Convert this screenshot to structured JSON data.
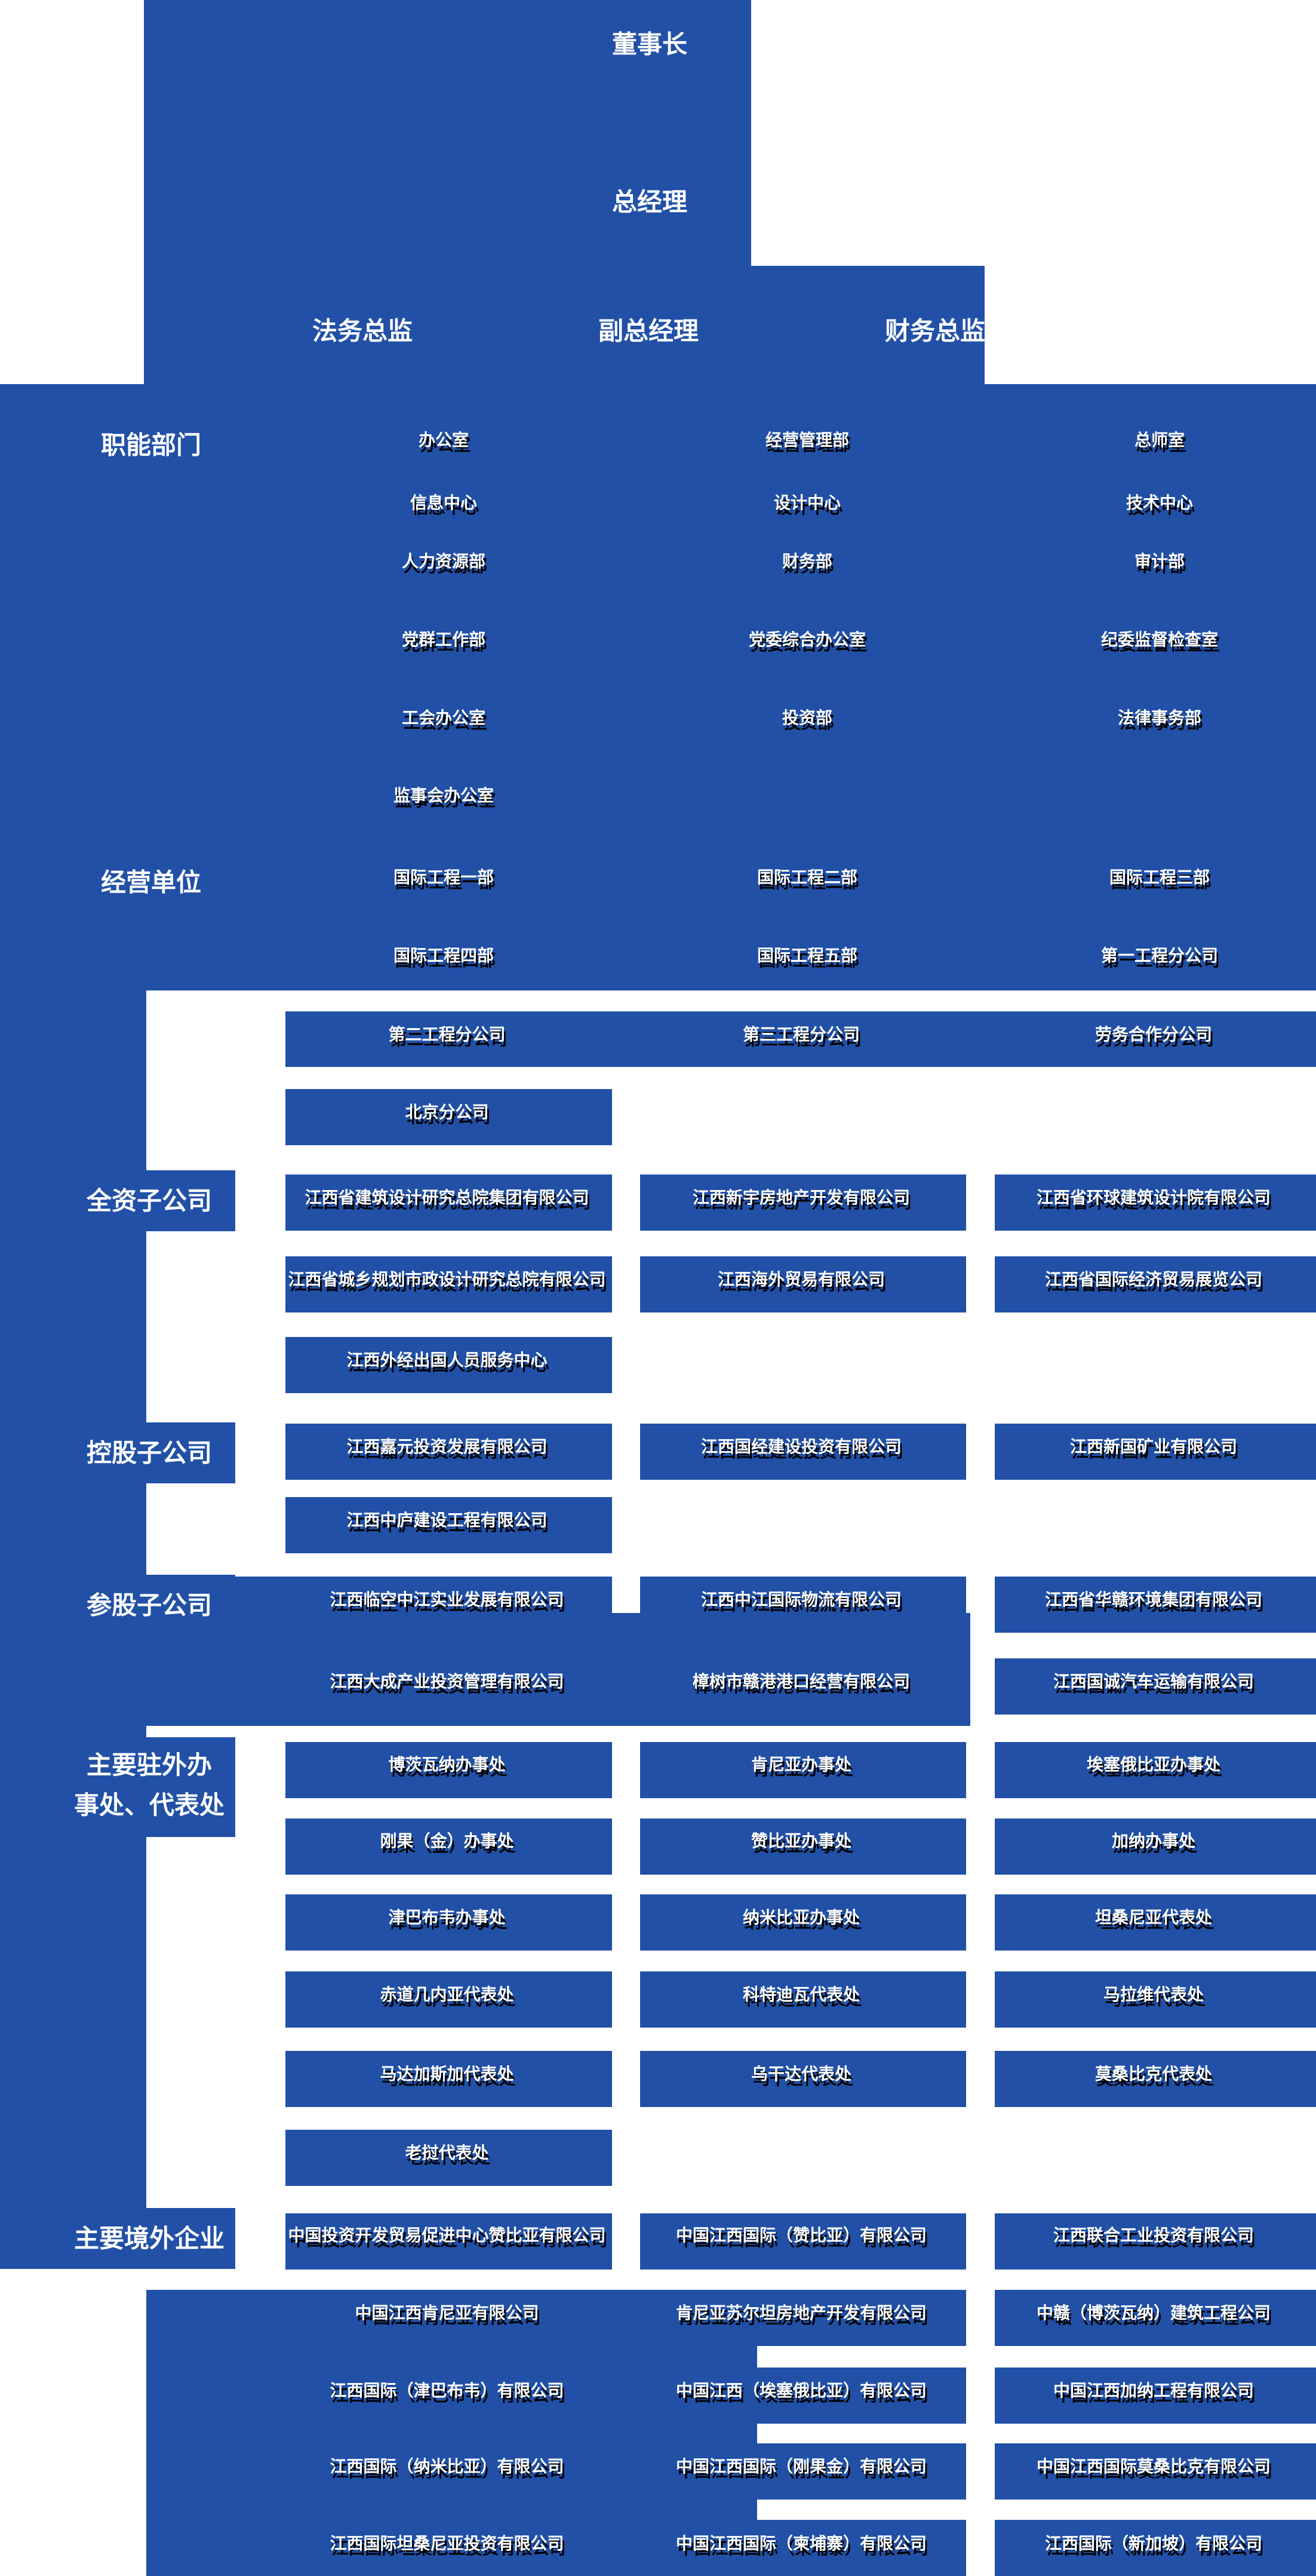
{
  "colors": {
    "primary_blue": "#2150a6",
    "node_text_black": "#000000",
    "label_text_white": "#ffffff"
  },
  "top": {
    "chairman": "董事长",
    "general_manager": "总经理",
    "legal_director": "法务总监",
    "deputy_general_manager": "副总经理",
    "finance_director": "财务总监"
  },
  "sections": [
    {
      "id": "functional-departments",
      "label_lines": [
        "职能部门"
      ],
      "rows": [
        [
          "办公室",
          "经营管理部",
          "总师室"
        ],
        [
          "信息中心",
          "设计中心",
          "技术中心"
        ],
        [
          "人力资源部",
          "财务部",
          "审计部"
        ],
        [
          "党群工作部",
          "党委综合办公室",
          "纪委监督检查室"
        ],
        [
          "工会办公室",
          "投资部",
          "法律事务部"
        ],
        [
          "监事会办公室"
        ]
      ]
    },
    {
      "id": "business-units",
      "label_lines": [
        "经营单位"
      ],
      "rows": [
        [
          "国际工程一部",
          "国际工程二部",
          "国际工程三部"
        ],
        [
          "国际工程四部",
          "国际工程五部",
          "第一工程分公司"
        ],
        [
          "第二工程分公司",
          "第三工程分公司",
          "劳务合作分公司"
        ],
        [
          "北京分公司"
        ]
      ]
    },
    {
      "id": "wholly-owned-subsidiaries",
      "label_lines": [
        "全资子公司"
      ],
      "rows": [
        [
          "江西省建筑设计研究总院集团有限公司",
          "江西新宇房地产开发有限公司",
          "江西省环球建筑设计院有限公司"
        ],
        [
          "江西省城乡规划市政设计研究总院有限公司",
          "江西海外贸易有限公司",
          "江西省国际经济贸易展览公司"
        ],
        [
          "江西外经出国人员服务中心"
        ]
      ]
    },
    {
      "id": "holding-subsidiaries",
      "label_lines": [
        "控股子公司"
      ],
      "rows": [
        [
          "江西嘉元投资发展有限公司",
          "江西国经建设投资有限公司",
          "江西新国矿业有限公司"
        ],
        [
          "江西中庐建设工程有限公司"
        ]
      ]
    },
    {
      "id": "participating-subsidiaries",
      "label_lines": [
        "参股子公司"
      ],
      "rows": [
        [
          "江西临空中江实业发展有限公司",
          "江西中江国际物流有限公司",
          "江西省华赣环境集团有限公司"
        ],
        [
          "江西大成产业投资管理有限公司",
          "樟树市赣港港口经营有限公司",
          "江西国诚汽车运输有限公司"
        ]
      ]
    },
    {
      "id": "overseas-offices",
      "label_lines": [
        "主要驻外办",
        "事处、代表处"
      ],
      "rows": [
        [
          "博茨瓦纳办事处",
          "肯尼亚办事处",
          "埃塞俄比亚办事处"
        ],
        [
          "刚果（金）办事处",
          "赞比亚办事处",
          "加纳办事处"
        ],
        [
          "津巴布韦办事处",
          "纳米比亚办事处",
          "坦桑尼亚代表处"
        ],
        [
          "赤道几内亚代表处",
          "科特迪瓦代表处",
          "马拉维代表处"
        ],
        [
          "马达加斯加代表处",
          "乌干达代表处",
          "莫桑比克代表处"
        ],
        [
          "老挝代表处"
        ]
      ]
    },
    {
      "id": "major-overseas-enterprises",
      "label_lines": [
        "主要境外企业"
      ],
      "rows": [
        [
          "中国投资开发贸易促进中心赞比亚有限公司",
          "中国江西国际（赞比亚）有限公司",
          "江西联合工业投资有限公司"
        ],
        [
          "中国江西肯尼亚有限公司",
          "肯尼亚苏尔坦房地产开发有限公司",
          "中赣（博茨瓦纳）建筑工程公司"
        ],
        [
          "江西国际（津巴布韦）有限公司",
          "中国江西（埃塞俄比亚）有限公司",
          "中国江西加纳工程有限公司"
        ],
        [
          "江西国际（纳米比亚）有限公司",
          "中国江西国际（刚果金）有限公司",
          "中国江西国际莫桑比克有限公司"
        ],
        [
          "江西国际坦桑尼亚投资有限公司",
          "中国江西国际（柬埔寨）有限公司",
          "江西国际（新加坡）有限公司"
        ]
      ]
    }
  ]
}
